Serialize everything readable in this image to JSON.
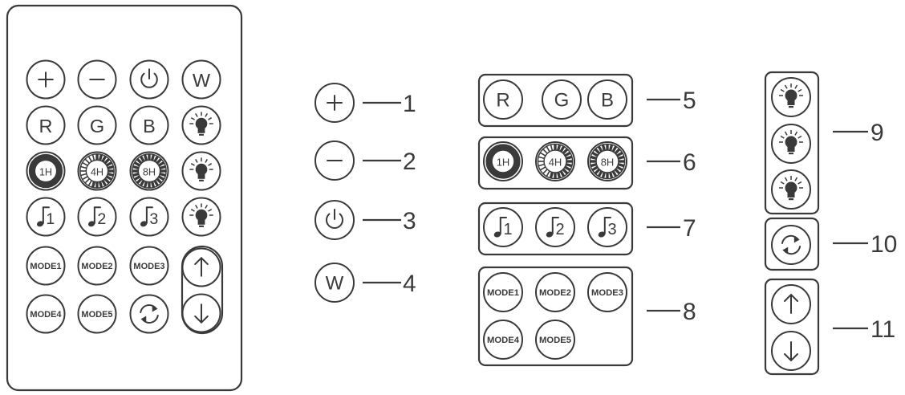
{
  "colors": {
    "stroke": "#3a3a3a",
    "background": "#ffffff"
  },
  "remote_buttons": [
    [
      "plus",
      "minus",
      "power",
      "W"
    ],
    [
      "R",
      "G",
      "B",
      "bulb"
    ],
    [
      "1H",
      "4H",
      "8H",
      "bulb"
    ],
    [
      "music1",
      "music2",
      "music3",
      "bulb"
    ],
    [
      "MODE1",
      "MODE2",
      "MODE3",
      "up"
    ],
    [
      "MODE4",
      "MODE5",
      "cycle",
      "down"
    ]
  ],
  "button_text": {
    "W": "W",
    "R": "R",
    "G": "G",
    "B": "B",
    "1H": "1H",
    "4H": "4H",
    "8H": "8H",
    "music1": "1",
    "music2": "2",
    "music3": "3",
    "MODE1": "MODE1",
    "MODE2": "MODE2",
    "MODE3": "MODE3",
    "MODE4": "MODE4",
    "MODE5": "MODE5"
  },
  "callouts": [
    {
      "number": "1",
      "buttons": [
        "plus"
      ]
    },
    {
      "number": "2",
      "buttons": [
        "minus"
      ]
    },
    {
      "number": "3",
      "buttons": [
        "power"
      ]
    },
    {
      "number": "4",
      "buttons": [
        "W"
      ]
    },
    {
      "number": "5",
      "buttons": [
        "R",
        "G",
        "B"
      ]
    },
    {
      "number": "6",
      "buttons": [
        "1H",
        "4H",
        "8H"
      ]
    },
    {
      "number": "7",
      "buttons": [
        "music1",
        "music2",
        "music3"
      ]
    },
    {
      "number": "8",
      "buttons": [
        "MODE1",
        "MODE2",
        "MODE3",
        "MODE4",
        "MODE5"
      ]
    },
    {
      "number": "9",
      "buttons": [
        "bulb",
        "bulb",
        "bulb"
      ]
    },
    {
      "number": "10",
      "buttons": [
        "cycle"
      ]
    },
    {
      "number": "11",
      "buttons": [
        "up",
        "down"
      ]
    }
  ]
}
